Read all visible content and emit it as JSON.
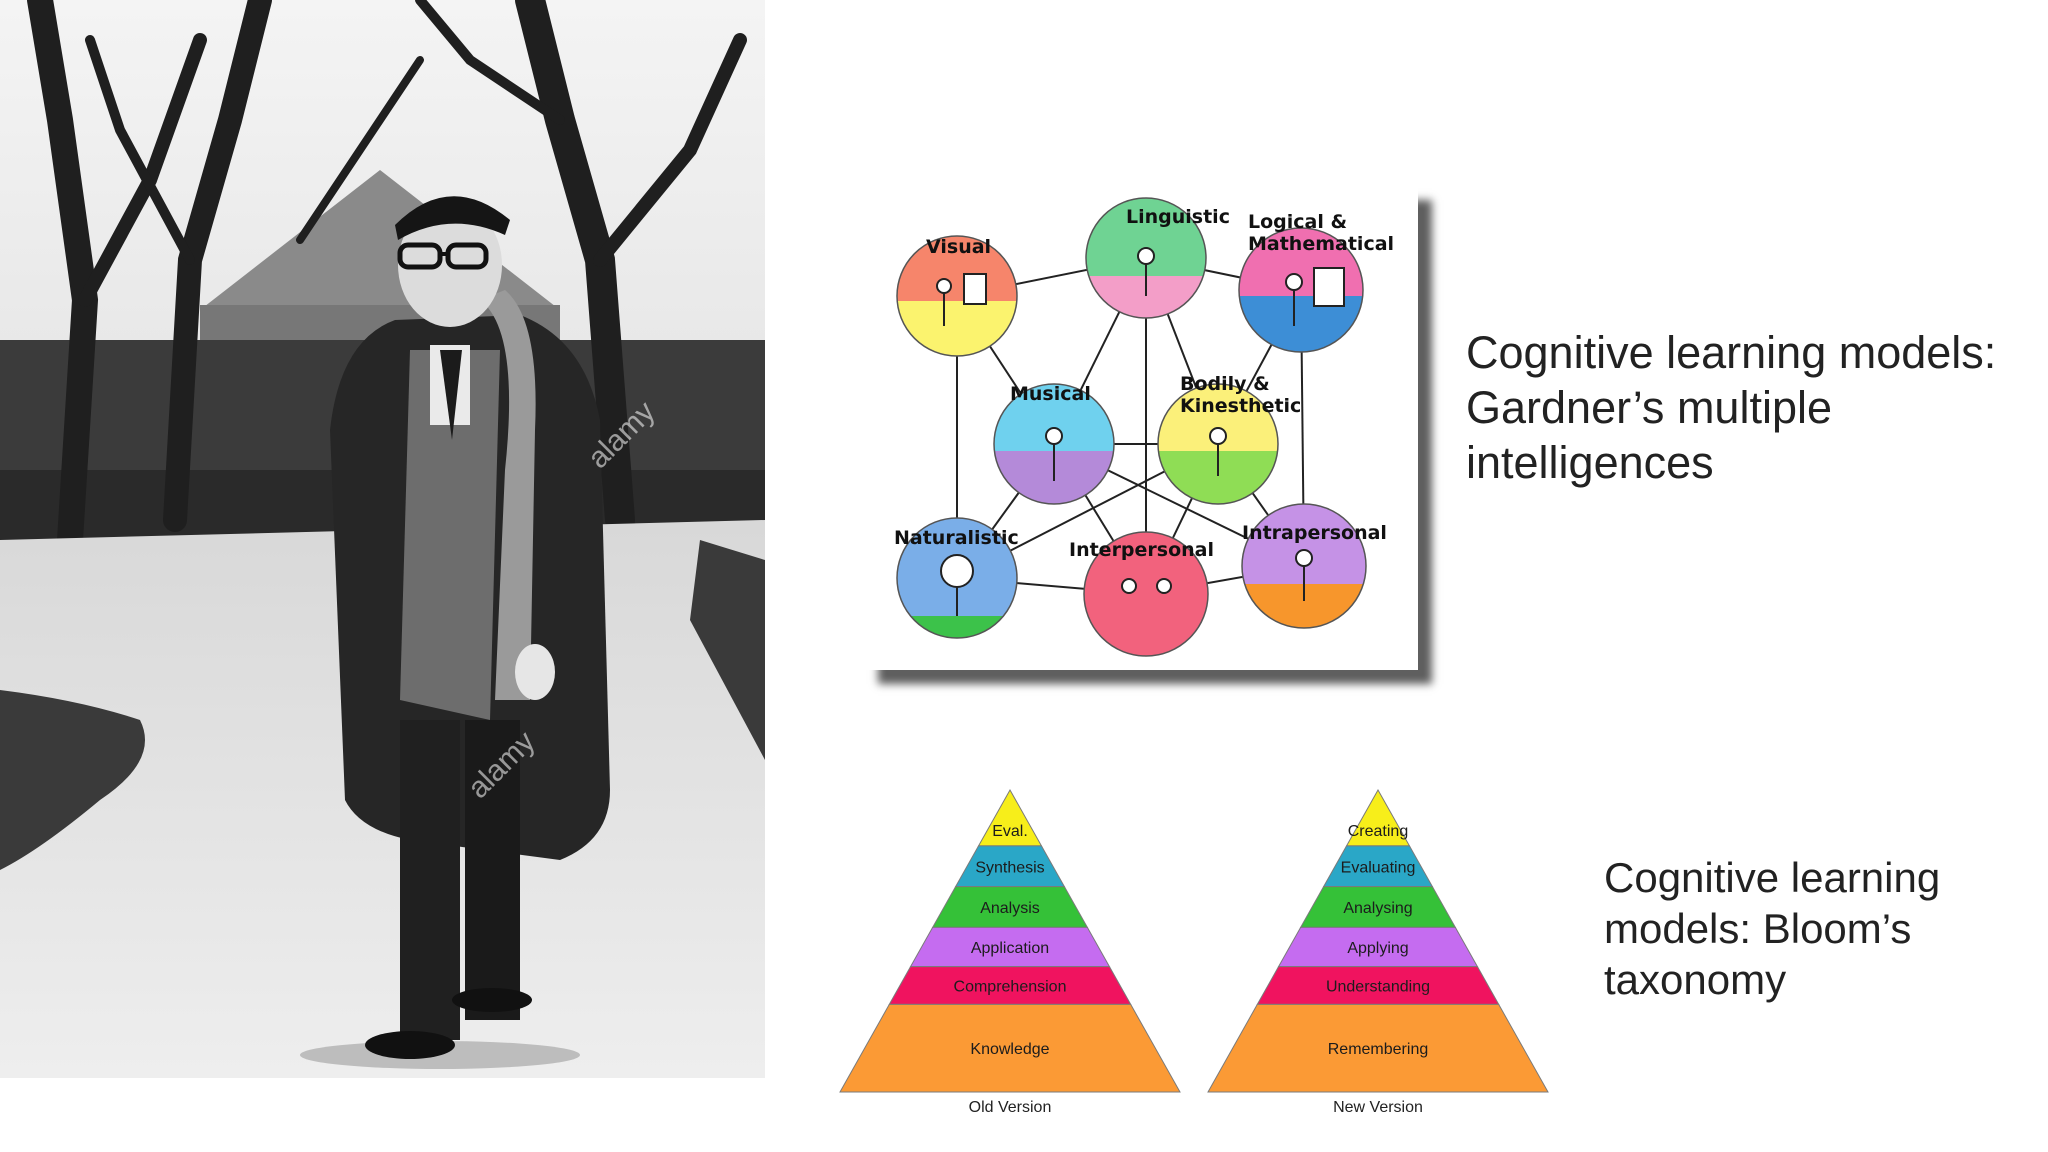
{
  "slide": {
    "gardner_caption": "Cognitive learning models: Gardner’s multiple intelligences",
    "bloom_caption": "Cognitive learning models: Bloom’s taxonomy"
  },
  "photo": {
    "description_icon": "photo-portrait",
    "watermark": "alamy"
  },
  "gardner": {
    "nodes": [
      {
        "label": "Linguistic"
      },
      {
        "label": "Visual"
      },
      {
        "label": "Logical & Mathematical"
      },
      {
        "label": "Musical"
      },
      {
        "label": "Bodily & Kinesthetic"
      },
      {
        "label": "Naturalistic"
      },
      {
        "label": "Interpersonal"
      },
      {
        "label": "Intrapersonal"
      }
    ]
  },
  "bloom": {
    "old": {
      "caption": "Old Version",
      "levels": [
        "Eval.",
        "Synthesis",
        "Analysis",
        "Application",
        "Comprehension",
        "Knowledge"
      ]
    },
    "new": {
      "caption": "New Version",
      "levels": [
        "Creating",
        "Evaluating",
        "Analysing",
        "Applying",
        "Understanding",
        "Remembering"
      ]
    },
    "colors": [
      "#f7ee1a",
      "#2aa7c7",
      "#35c138",
      "#c56cf0",
      "#f0135f",
      "#fb9a35"
    ]
  }
}
